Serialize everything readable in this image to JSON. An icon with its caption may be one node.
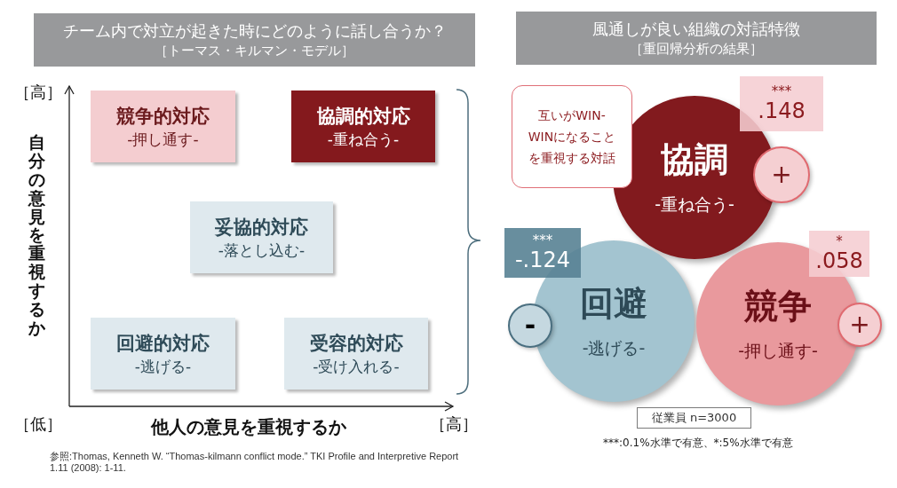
{
  "diagram": {
    "nodes": [
      {
        "text": [
          "チーム内で対立が起きた時にどのように話し合うか？",
          "［トーマス・キルマン・モデル］"
        ]
      },
      {
        "text": [
          "競争的対応",
          "-押し通す-"
        ]
      },
      {
        "text": [
          "協調的対応",
          "-重ね合う-"
        ]
      },
      {
        "text": [
          "妥協的対応",
          "-落とし込む-"
        ]
      },
      {
        "text": [
          "回避的対応",
          "-逃げる-"
        ]
      },
      {
        "text": [
          "受容的対応",
          "-受け入れる-"
        ]
      },
      {
        "text": [
          "風通しが良い組織の対話特徴",
          "［重回帰分析の結果］"
        ]
      },
      {
        "text": [
          "互いがWIN-WINになることを重視する対話"
        ]
      },
      {
        "text": [
          "協調",
          "-重ね合う-"
        ]
      },
      {
        "text": [
          "***",
          ".148"
        ]
      },
      {
        "text": [
          "+"
        ]
      },
      {
        "text": [
          "***",
          "-.124"
        ]
      },
      {
        "text": [
          "回避",
          "-逃げる-"
        ]
      },
      {
        "text": [
          "-"
        ]
      },
      {
        "text": [
          "*",
          ".058"
        ]
      },
      {
        "text": [
          "競争",
          "-押し通す-"
        ]
      },
      {
        "text": [
          "+"
        ]
      },
      {
        "text": [
          "従業員 n=3000"
        ]
      }
    ],
    "labels": [
      "［高］",
      "自分の意見を重視するか",
      "［低］",
      "他人の意見を重視するか",
      "［高］",
      "***:0.1%水準で有意、*:5%水準で有意",
      "参照:Thomas, Kenneth W. “Thomas-kilmann conflict mode.” TKI Profile and Interpretive Report 1.11 (2008): 1-11."
    ]
  }
}
